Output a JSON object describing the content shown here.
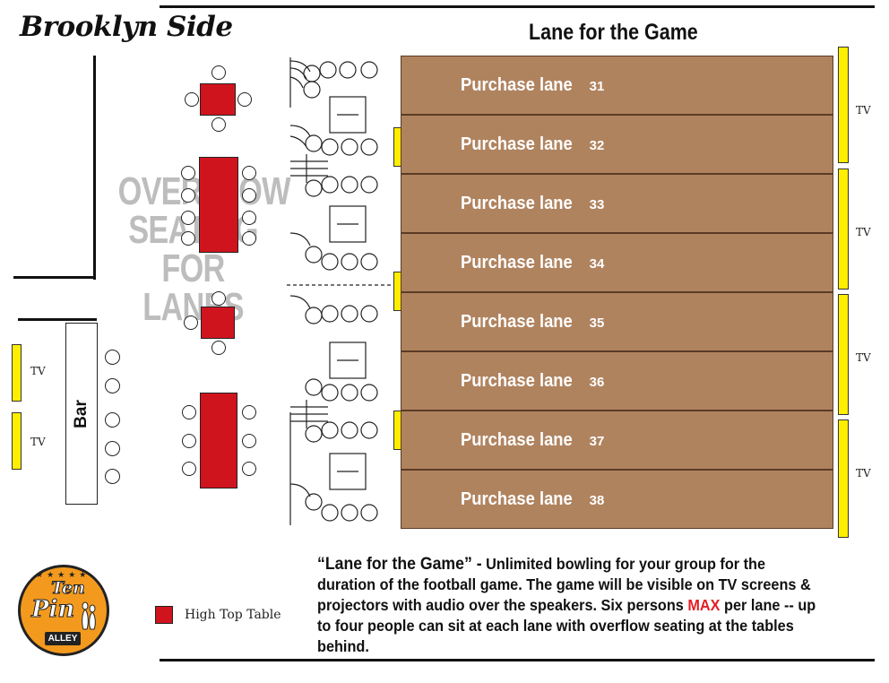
{
  "page": {
    "title": "Brooklyn Side",
    "header": "Lane for the Game"
  },
  "lanes": [
    {
      "label": "Purchase lane",
      "number": "31"
    },
    {
      "label": "Purchase lane",
      "number": "32"
    },
    {
      "label": "Purchase lane",
      "number": "33"
    },
    {
      "label": "Purchase lane",
      "number": "34"
    },
    {
      "label": "Purchase lane",
      "number": "35"
    },
    {
      "label": "Purchase lane",
      "number": "36"
    },
    {
      "label": "Purchase lane",
      "number": "37"
    },
    {
      "label": "Purchase lane",
      "number": "38"
    }
  ],
  "tv": {
    "label": "TV"
  },
  "overflow": {
    "line1": "OVERFLOW",
    "line2": "SEATING",
    "line3": "FOR",
    "line4": "LANES"
  },
  "bar": {
    "label": "Bar"
  },
  "legend": {
    "label": "High Top Table"
  },
  "description": {
    "lead": "“Lane for the Game” -",
    "part1": " Unlimited bowling for your group for the duration of the football game.  The game will be visible on TV screens & projectors with audio over the speakers.  Six persons ",
    "max": "MAX",
    "part2": " per lane -- up to four people can sit at each lane with overflow seating at the tables behind."
  },
  "logo": {
    "top": "Ten",
    "middle": "Pin",
    "bottom": "ALLEY"
  },
  "colors": {
    "lane": "#b0835f",
    "table": "#d0141e",
    "tv": "#ffee00",
    "overflow_text": "#bdbdbd",
    "logo": "#f39a1e",
    "max": "#e31e24"
  }
}
